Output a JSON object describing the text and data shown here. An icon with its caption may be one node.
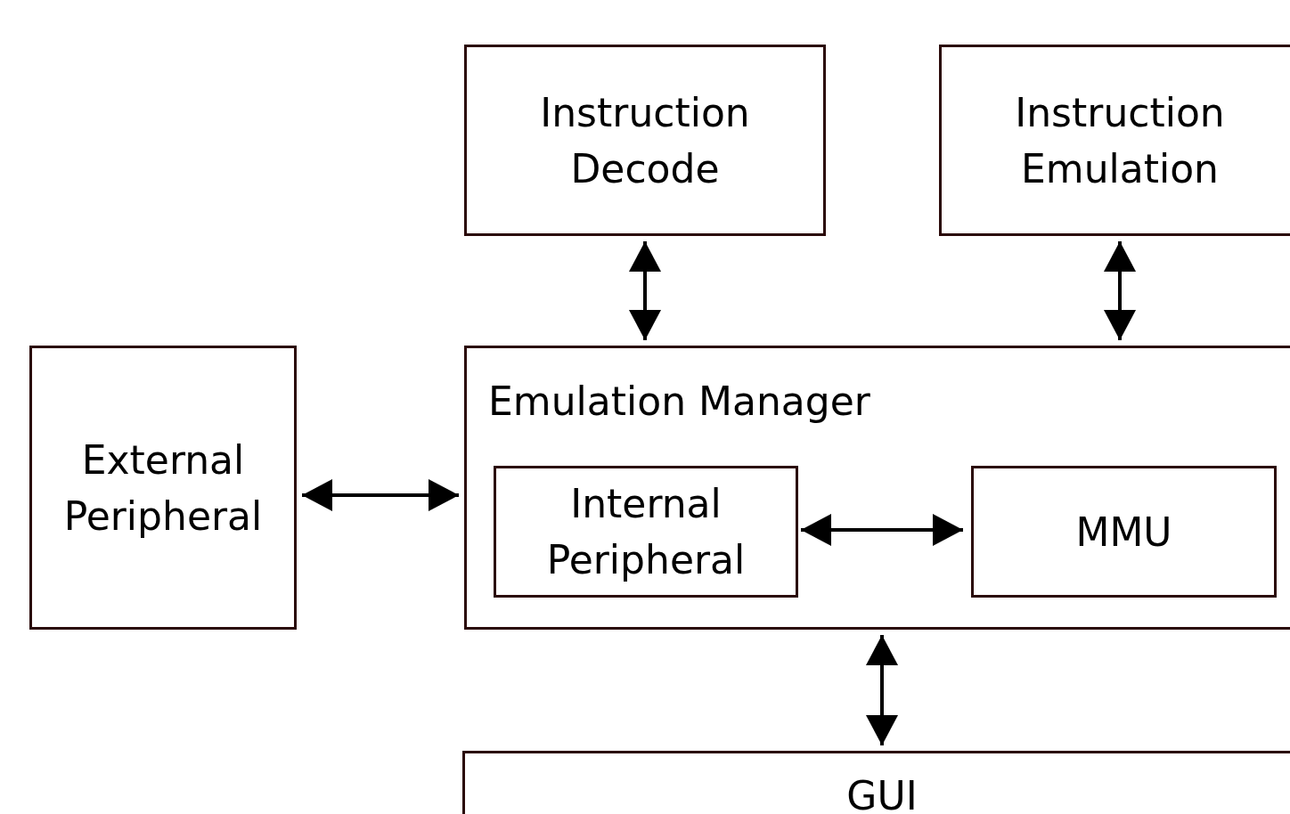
{
  "diagram": {
    "nodes": [
      {
        "text": [
          "Instruction Decode"
        ]
      },
      {
        "text": [
          "Instruction Emulation"
        ]
      },
      {
        "text": [
          "External Peripheral"
        ]
      },
      {
        "text": [
          "Emulation Manager"
        ]
      },
      {
        "text": [
          "Internal Peripheral"
        ],
        "in": 3
      },
      {
        "text": [
          "MMU"
        ],
        "in": 3
      },
      {
        "text": [
          "GUI"
        ]
      }
    ],
    "edges": [
      {
        "from": 0,
        "to": 3,
        "arrow": "both"
      },
      {
        "from": 1,
        "to": 3,
        "arrow": "both"
      },
      {
        "from": 2,
        "to": 3,
        "arrow": "both"
      },
      {
        "from": 4,
        "to": 5,
        "arrow": "both"
      },
      {
        "from": 3,
        "to": 6,
        "arrow": "both"
      }
    ]
  }
}
